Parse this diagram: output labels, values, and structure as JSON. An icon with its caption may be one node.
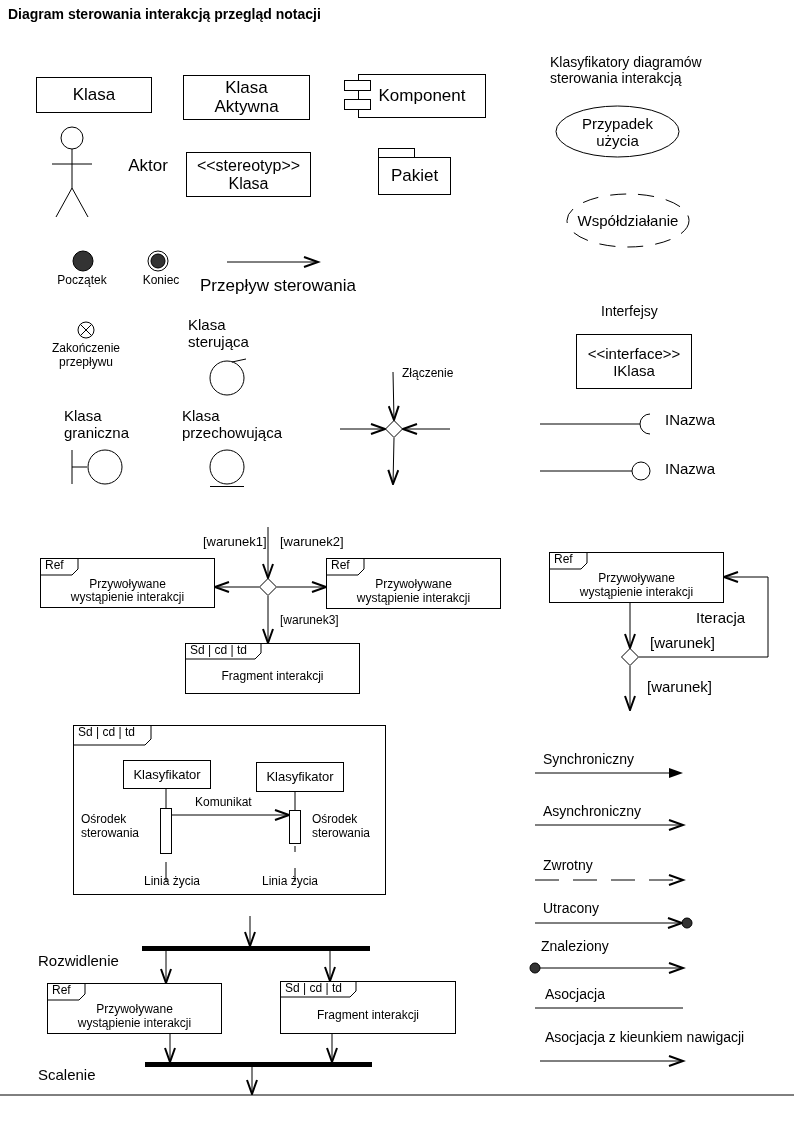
{
  "diagram": {
    "title": "Diagram sterowania interakcją przegląd notacji",
    "nodes": [
      {
        "text": [
          "Klasa"
        ]
      },
      {
        "text": [
          "Klasa Aktywna"
        ]
      },
      {
        "text": [
          "Komponent"
        ]
      },
      {
        "text": [
          "Aktor"
        ]
      },
      {
        "text": [
          "<<stereotyp>> Klasa"
        ]
      },
      {
        "text": [
          "Pakiet"
        ]
      },
      {
        "text": [
          "Początek"
        ]
      },
      {
        "text": [
          "Koniec"
        ]
      },
      {
        "text": [
          "Zakończenie przepływu"
        ]
      },
      {
        "text": [
          "Klasa sterująca"
        ]
      },
      {
        "text": [
          "Klasa graniczna"
        ]
      },
      {
        "text": [
          "Klasa przechowująca"
        ]
      },
      {
        "text": [],
        "shape": "diamond",
        "beside": [
          "Złączenie"
        ]
      },
      {
        "text": [
          "Przypadek użycia"
        ]
      },
      {
        "text": [
          "Współdziałanie"
        ]
      },
      {
        "text": [
          "<<interface>> IKlasa"
        ]
      },
      {
        "text": [
          "INazwa"
        ]
      },
      {
        "text": [
          "INazwa"
        ]
      },
      {
        "text": [
          "Ref",
          "Przywoływane wystąpienie interakcji"
        ]
      },
      {
        "text": [],
        "shape": "diamond"
      },
      {
        "text": [
          "Ref",
          "Przywoływane wystąpienie interakcji"
        ]
      },
      {
        "text": [
          "Sd | cd | td",
          "Fragment interakcji"
        ]
      },
      {
        "text": [
          "Ref",
          "Przywoływane wystąpienie interakcji"
        ]
      },
      {
        "text": [],
        "shape": "diamond"
      },
      {
        "text": [
          "Sd | cd | td"
        ]
      },
      {
        "text": [
          "Klasyfikator"
        ],
        "in": 24
      },
      {
        "text": [
          "Klasyfikator"
        ],
        "in": 24
      },
      {
        "text": [],
        "shape": "bar",
        "in": 24,
        "beside": [
          "Ośrodek sterowania"
        ]
      },
      {
        "text": [],
        "shape": "bar",
        "in": 24,
        "beside": [
          "Ośrodek sterowania"
        ]
      },
      {
        "text": [],
        "shape": "bar",
        "beside": [
          "Rozwidlenie"
        ]
      },
      {
        "text": [
          "Ref",
          "Przywoływane wystąpienie interakcji"
        ]
      },
      {
        "text": [
          "Sd | cd | td",
          "Fragment interakcji"
        ]
      },
      {
        "text": [],
        "shape": "bar",
        "beside": [
          "Scalenie"
        ]
      }
    ],
    "edges": [
      {
        "from": null,
        "to": 12,
        "arrow": "to"
      },
      {
        "from": null,
        "to": 12,
        "arrow": "to"
      },
      {
        "from": null,
        "to": 12,
        "arrow": "to"
      },
      {
        "from": 12,
        "to": null,
        "arrow": "to"
      },
      {
        "from": null,
        "to": 19,
        "arrow": "to"
      },
      {
        "from": 19,
        "to": 18,
        "arrow": "to"
      },
      {
        "from": 19,
        "to": 20,
        "arrow": "to"
      },
      {
        "from": 19,
        "to": 21,
        "arrow": "to",
        "label": "[warunek3]"
      },
      {
        "from": 22,
        "to": 23,
        "arrow": "to"
      },
      {
        "from": 23,
        "to": 22,
        "arrow": "to",
        "label": "[warunek]"
      },
      {
        "from": 23,
        "to": null,
        "arrow": "to",
        "label": "[warunek]"
      },
      {
        "from": 25,
        "to": 27,
        "arrow": "none"
      },
      {
        "from": 26,
        "to": 28,
        "arrow": "none"
      },
      {
        "from": 27,
        "to": 28,
        "arrow": "to",
        "label": "Komunikat"
      },
      {
        "from": null,
        "to": 29,
        "arrow": "to"
      },
      {
        "from": 29,
        "to": 30,
        "arrow": "to"
      },
      {
        "from": 29,
        "to": 31,
        "arrow": "to"
      },
      {
        "from": 30,
        "to": 32,
        "arrow": "to"
      },
      {
        "from": 31,
        "to": 32,
        "arrow": "to"
      },
      {
        "from": 32,
        "to": null,
        "arrow": "to"
      }
    ],
    "labels": [
      "Klasyfikatory diagramów sterowania interakcją",
      "Interfejsy",
      "[warunek1]",
      "[warunek2]",
      "Iteracja",
      "Linia życia",
      "Linia życia"
    ],
    "legend": [
      {
        "text": "Przepływ sterowania"
      },
      {
        "text": "Synchroniczny"
      },
      {
        "text": "Asynchroniczny"
      },
      {
        "text": "Zwrotny"
      },
      {
        "text": "Utracony"
      },
      {
        "text": "Znaleziony"
      },
      {
        "text": "Asocjacja"
      },
      {
        "text": "Asocjacja z kieunkiem nawigacji"
      }
    ]
  }
}
